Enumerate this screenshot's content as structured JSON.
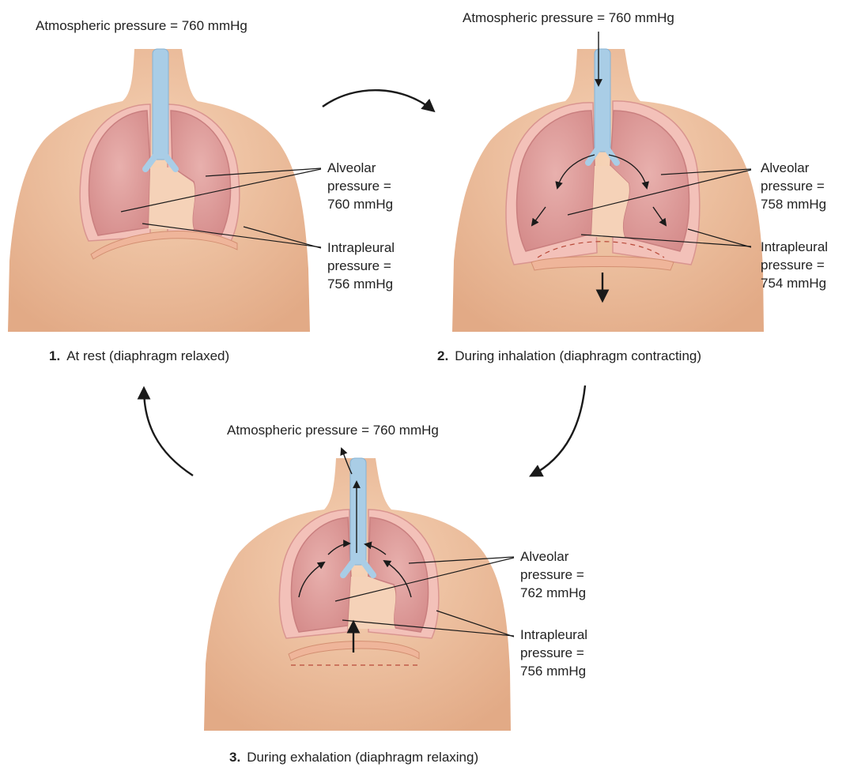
{
  "panels": [
    {
      "number": "1.",
      "caption": "At rest (diaphragm relaxed)",
      "atmospheric": "Atmospheric pressure = 760 mmHg",
      "alveolar": [
        "Alveolar",
        "pressure =",
        "760 mmHg"
      ],
      "intrapleural": [
        "Intrapleural",
        "pressure =",
        "756 mmHg"
      ]
    },
    {
      "number": "2.",
      "caption": "During inhalation (diaphragm contracting)",
      "atmospheric": "Atmospheric pressure = 760 mmHg",
      "alveolar": [
        "Alveolar",
        "pressure =",
        "758 mmHg"
      ],
      "intrapleural": [
        "Intrapleural",
        "pressure =",
        "754 mmHg"
      ]
    },
    {
      "number": "3.",
      "caption": "During exhalation (diaphragm relaxing)",
      "atmospheric": "Atmospheric pressure = 760 mmHg",
      "alveolar": [
        "Alveolar",
        "pressure =",
        "762 mmHg"
      ],
      "intrapleural": [
        "Intrapleural",
        "pressure =",
        "756 mmHg"
      ]
    }
  ],
  "colors": {
    "skin": "#f2c8a6",
    "skin_shadow": "#e3ad88",
    "lung": "#e3a2a0",
    "lung_edge": "#c97f7f",
    "pleura": "#f3c1b9",
    "trachea": "#a9cde6",
    "diaphragm": "#efb59a",
    "arrow": "#1a1a1a"
  }
}
